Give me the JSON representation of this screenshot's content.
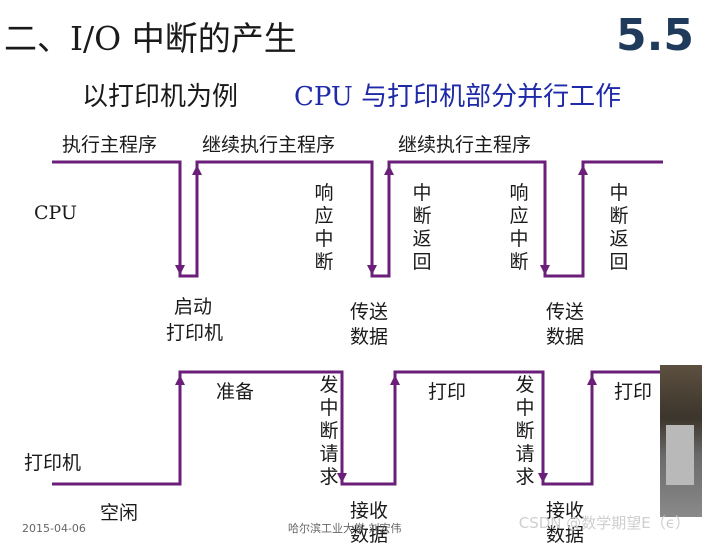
{
  "header": {
    "title": "二、I/O 中断的产生",
    "section": "5.5",
    "subtitle_left": "以打印机为例",
    "subtitle_right": "CPU 与打印机部分并行工作"
  },
  "cpu": {
    "row_label": "CPU",
    "seg1": "执行主程序",
    "seg2": "继续执行主程序",
    "seg3": "继续执行主程序",
    "start_printer": [
      "启动",
      "打印机"
    ],
    "respond1": "响应中断",
    "return1": "中断返回",
    "respond2": "响应中断",
    "return2": "中断返回",
    "transfer1": [
      "传送",
      "数据"
    ],
    "transfer2": [
      "传送",
      "数据"
    ]
  },
  "printer": {
    "row_label": "打印机",
    "idle": "空闲",
    "prepare": "准备",
    "print1": "打印",
    "print2": "打印",
    "irq1": "发中断请求",
    "irq2": "发中断请求",
    "receive1": [
      "接收",
      "数据"
    ],
    "receive2": [
      "接收",
      "数据"
    ]
  },
  "footer": {
    "date": "2015-04-06",
    "center": "哈尔滨工业大学 刘宏伟",
    "watermark": "CSDN @数学期望E（ϵ）"
  },
  "colors": {
    "signal": "#6b1f7a",
    "subtitle_accent": "#1e2aa8",
    "section": "#1f3a5a"
  }
}
